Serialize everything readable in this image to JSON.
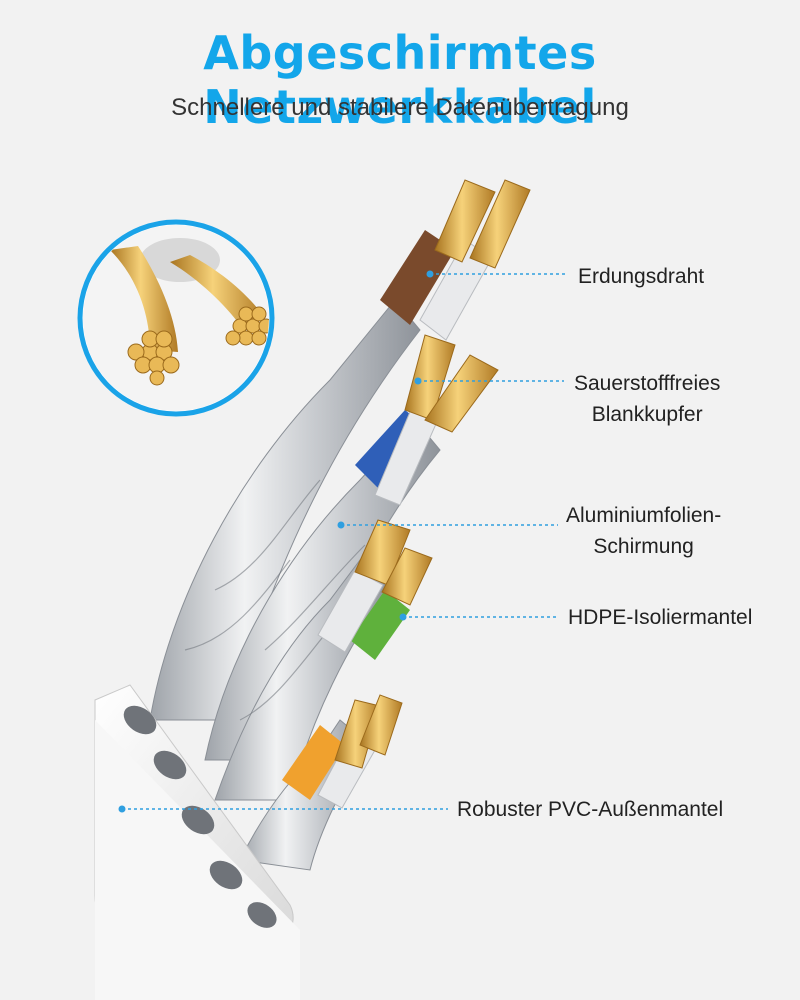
{
  "header": {
    "title": "Abgeschirmtes Netzwerkkabel",
    "subtitle": "Schnellere und stabilere Datenübertragung"
  },
  "callouts": [
    {
      "lines": [
        "Erdungsdraht"
      ]
    },
    {
      "lines": [
        "Sauerstofffreies",
        "Blankkupfer"
      ]
    },
    {
      "lines": [
        "Aluminiumfolien-",
        "Schirmung"
      ]
    },
    {
      "lines": [
        "HDPE-Isoliermantel"
      ]
    },
    {
      "lines": [
        "Robuster PVC-Außenmantel"
      ]
    }
  ],
  "colors": {
    "title": "#13a6ea",
    "leader": "#2f9fe0",
    "copper": "#d9a844",
    "wire_brown": "#7a4a2c",
    "wire_blue": "#2f5fb8",
    "wire_green": "#5fb13c",
    "wire_orange": "#f0a12e",
    "shield": "#cfd2d6",
    "jacket": "#f7f7f7"
  },
  "icons": [
    "copper-strand-zoom-icon"
  ]
}
